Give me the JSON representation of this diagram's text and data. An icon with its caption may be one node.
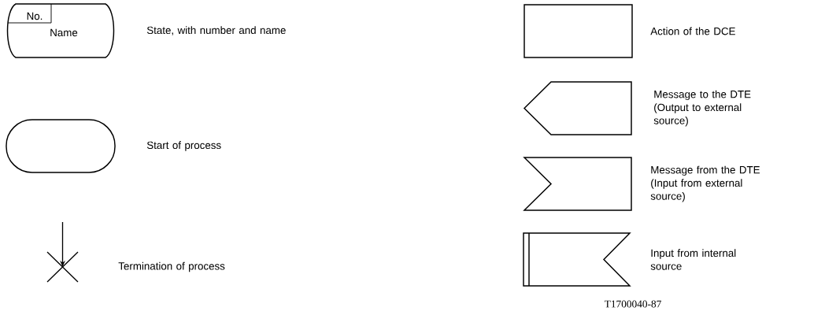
{
  "diagram": {
    "nodes": [
      {
        "text": [
          "No.",
          "Name"
        ],
        "beside": [
          "State, with number and name"
        ]
      },
      {
        "text": [],
        "shape": "oval",
        "beside": [
          "Start of process"
        ]
      },
      {
        "text": [],
        "shape": "cross",
        "beside": [
          "Termination of process"
        ]
      },
      {
        "text": [],
        "shape": "box",
        "beside": [
          "Action of the DCE"
        ]
      },
      {
        "text": [],
        "shape": "pentagon",
        "beside": [
          "Message to the DTE (Output to external source)"
        ]
      },
      {
        "text": [],
        "shape": "flag",
        "beside": [
          "Message from the DTE (Input from external source)"
        ]
      },
      {
        "text": [],
        "shape": "flag",
        "beside": [
          "Input from internal source"
        ]
      }
    ],
    "edges": [
      {
        "from": null,
        "to": 2,
        "arrow": "to"
      }
    ],
    "labels": [
      "T1700040-87"
    ]
  }
}
